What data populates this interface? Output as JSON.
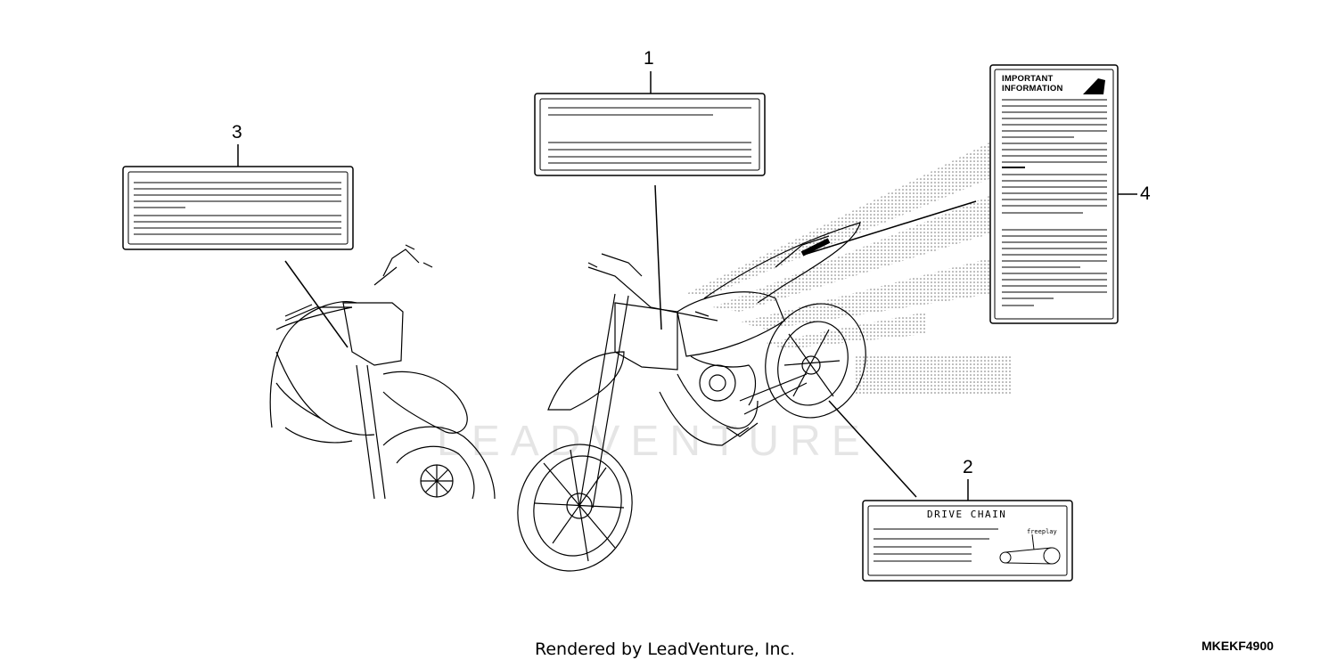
{
  "diagram": {
    "callouts": [
      "1",
      "2",
      "3",
      "4"
    ],
    "label_4": {
      "heading_line1": "IMPORTANT",
      "heading_line2": "INFORMATION"
    },
    "label_2": {
      "title": "DRIVE CHAIN",
      "diagram_text": "freeplay"
    },
    "footer": {
      "rendered_by": "Rendered by LeadVenture, Inc.",
      "part_code": "MKEKF4900"
    },
    "watermark": "LEADVENTURE",
    "colors": {
      "line": "#000000",
      "background": "#ffffff"
    }
  }
}
